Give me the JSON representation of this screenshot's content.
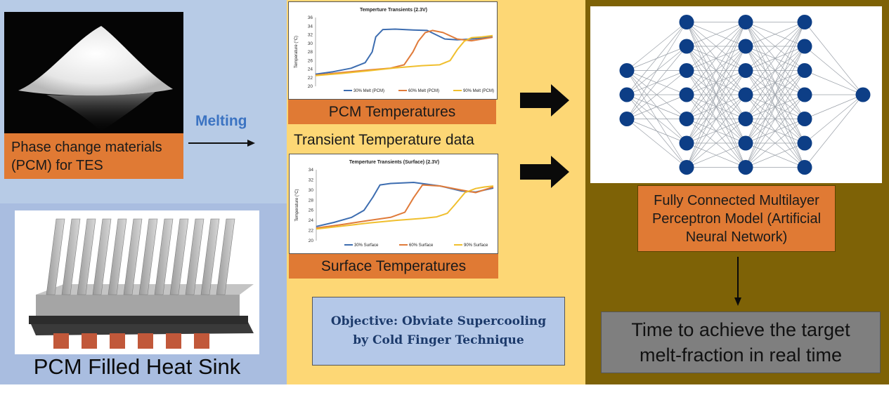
{
  "pcm_photo": {
    "caption": "Phase change materials (PCM) for TES"
  },
  "melting_label": "Melting",
  "heatsink": {
    "caption": "PCM Filled Heat Sink"
  },
  "transient_data_label": "Transient Temperature data",
  "pcm_chart_label": "PCM Temperatures",
  "surface_chart_label": "Surface Temperatures",
  "objective": {
    "text": "Objective: Obviate Supercooling by Cold Finger Technique"
  },
  "ann": {
    "caption": "Fully Connected Multilayer Perceptron Model (Artificial Neural Network)",
    "layers": [
      3,
      7,
      7,
      7,
      1
    ]
  },
  "output_box": {
    "text": "Time to achieve the target melt-fraction in real time"
  },
  "colors": {
    "series_30": "#3d6db0",
    "series_60": "#e07b3a",
    "series_90": "#f0bf2e",
    "node": "#0d3e86"
  },
  "chart_data": [
    {
      "type": "line",
      "title": "Temperture Transients (2.3V)",
      "ylabel": "Temperature (°C)",
      "ylim": [
        20,
        36
      ],
      "yticks": [
        20,
        22,
        24,
        26,
        28,
        30,
        32,
        34,
        36
      ],
      "xlim": [
        0,
        100
      ],
      "legend_position": "bottom",
      "series": [
        {
          "name": "30% Melt (PCM)",
          "x": [
            0,
            10,
            20,
            28,
            32,
            34,
            38,
            45,
            55,
            63,
            68,
            73,
            80,
            88,
            100
          ],
          "y": [
            22.8,
            23.4,
            24.2,
            25.5,
            28,
            31.5,
            33.2,
            33.3,
            33.1,
            33,
            32,
            31,
            30.8,
            31,
            31.5
          ]
        },
        {
          "name": "60% Melt (PCM)",
          "x": [
            0,
            15,
            30,
            42,
            50,
            55,
            58,
            62,
            66,
            72,
            80,
            88,
            100
          ],
          "y": [
            22.6,
            23.2,
            23.8,
            24.2,
            25,
            28,
            30.5,
            32.5,
            33,
            32.5,
            31,
            30.6,
            31.4
          ]
        },
        {
          "name": "90% Melt (PCM)",
          "x": [
            0,
            15,
            30,
            45,
            60,
            70,
            76,
            80,
            84,
            88,
            94,
            100
          ],
          "y": [
            22.5,
            23,
            23.6,
            24.3,
            24.8,
            25,
            26,
            28.5,
            30.5,
            31.3,
            31.5,
            31.8
          ]
        }
      ]
    },
    {
      "type": "line",
      "title": "Temperture Transients (Surface) (2.3V)",
      "ylabel": "Temperature (°C)",
      "ylim": [
        20,
        34
      ],
      "yticks": [
        20,
        22,
        24,
        26,
        28,
        30,
        32,
        34
      ],
      "xlim": [
        0,
        100
      ],
      "legend_position": "bottom",
      "series": [
        {
          "name": "30% Surface",
          "x": [
            0,
            10,
            20,
            27,
            32,
            36,
            42,
            55,
            70,
            82,
            90,
            100
          ],
          "y": [
            22.8,
            23.6,
            24.6,
            26,
            28.6,
            31,
            31.3,
            31.5,
            30.8,
            29.8,
            29.6,
            30.4
          ]
        },
        {
          "name": "60% Surface",
          "x": [
            0,
            15,
            30,
            42,
            50,
            55,
            60,
            70,
            82,
            90,
            100
          ],
          "y": [
            22.5,
            23.2,
            24,
            24.6,
            25.6,
            28.5,
            31,
            30.8,
            30,
            29.5,
            30.6
          ]
        },
        {
          "name": "90% Surface",
          "x": [
            0,
            15,
            30,
            45,
            60,
            68,
            74,
            78,
            84,
            90,
            95,
            100
          ],
          "y": [
            22.3,
            22.9,
            23.5,
            24,
            24.4,
            24.7,
            25.4,
            27,
            29.5,
            30.3,
            30.6,
            30.8
          ]
        }
      ]
    }
  ]
}
